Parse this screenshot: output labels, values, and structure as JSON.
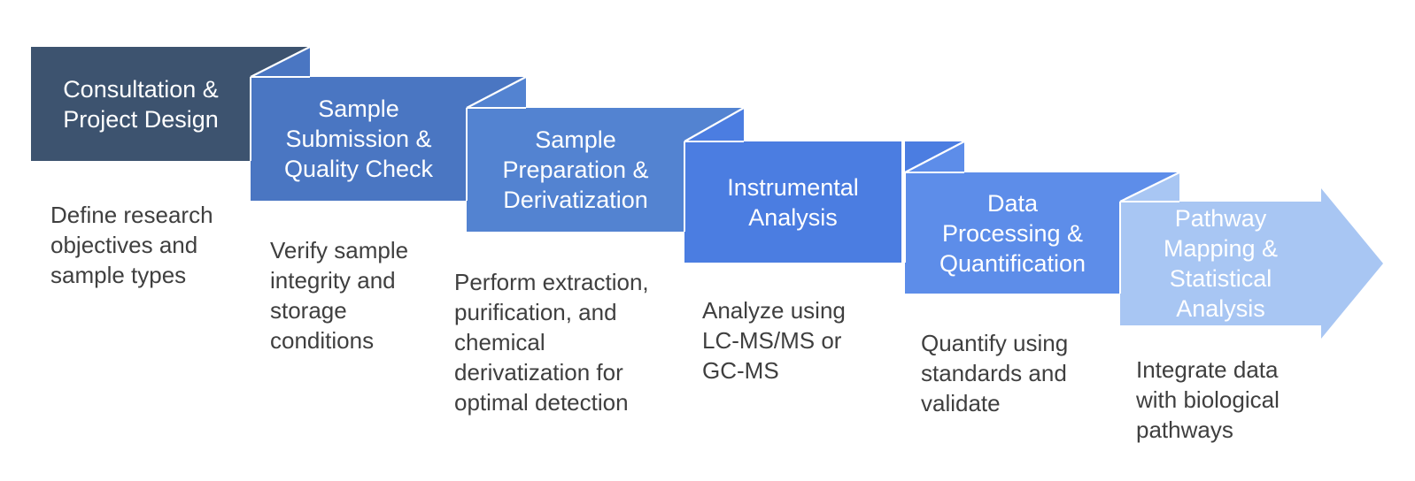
{
  "figure": {
    "background_color": "#FFFFFF",
    "title_text_color": "#FFFFFF",
    "description_text_color": "#3F3F3F",
    "seam_color": "#FFFFFF"
  },
  "steps": [
    {
      "order": 1,
      "title": "Consultation &\nProject Design",
      "description": "Define research\nobjectives and\nsample types",
      "fill_color": "#3D536F",
      "shape": "box"
    },
    {
      "order": 2,
      "title": "Sample\nSubmission &\nQuality Check",
      "description": "Verify sample\nintegrity and\nstorage\nconditions",
      "fill_color": "#4A76C2",
      "shape": "box"
    },
    {
      "order": 3,
      "title": "Sample\nPreparation &\nDerivatization",
      "description": "Perform extraction,\npurification, and\nchemical\nderivatization for\noptimal detection",
      "fill_color": "#5383D1",
      "shape": "box"
    },
    {
      "order": 4,
      "title": "Instrumental\nAnalysis",
      "description": "Analyze using\nLC-MS/MS or\nGC-MS",
      "fill_color": "#4B7DE1",
      "shape": "box"
    },
    {
      "order": 5,
      "title": "Data\nProcessing &\nQuantification",
      "description": "Quantify using\nstandards and\nvalidate",
      "fill_color": "#5D8DE9",
      "shape": "arrow-source-box"
    },
    {
      "order": 6,
      "title": "Pathway\nMapping &\nStatistical\nAnalysis",
      "description": "Integrate data\nwith biological\npathways",
      "fill_color": "#A8C6F3",
      "shape": "arrow"
    }
  ]
}
